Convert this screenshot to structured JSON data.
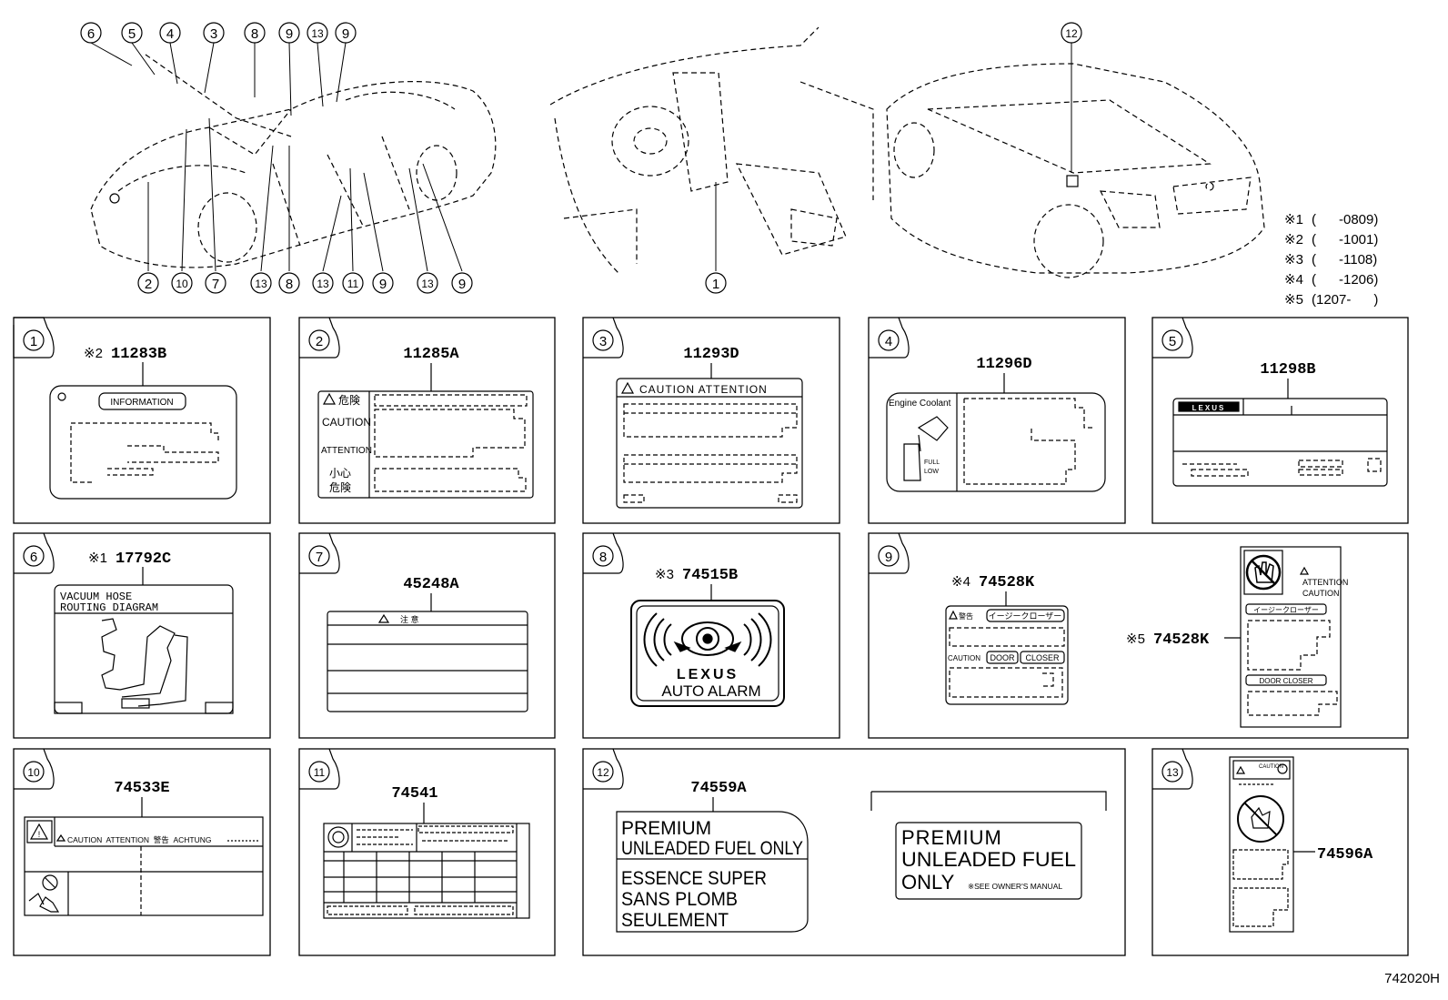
{
  "colors": {
    "ink": "#000000",
    "paper": "#ffffff"
  },
  "top": {
    "front_callouts": [
      {
        "id": "top-front-6",
        "label": "6"
      },
      {
        "id": "top-front-5",
        "label": "5"
      },
      {
        "id": "top-front-4",
        "label": "4"
      },
      {
        "id": "top-front-3",
        "label": "3"
      },
      {
        "id": "top-front-8",
        "label": "8"
      },
      {
        "id": "top-front-9a",
        "label": "9"
      },
      {
        "id": "top-front-13a",
        "label": "13"
      },
      {
        "id": "top-front-9b",
        "label": "9"
      },
      {
        "id": "top-front-2",
        "label": "2"
      },
      {
        "id": "top-front-10",
        "label": "10"
      },
      {
        "id": "top-front-7",
        "label": "7"
      },
      {
        "id": "top-front-13b",
        "label": "13"
      },
      {
        "id": "top-front-8b",
        "label": "8"
      },
      {
        "id": "top-front-13c",
        "label": "13"
      },
      {
        "id": "top-front-11",
        "label": "11"
      },
      {
        "id": "top-front-9c",
        "label": "9"
      },
      {
        "id": "top-front-13d",
        "label": "13"
      },
      {
        "id": "top-front-9d",
        "label": "9"
      }
    ],
    "interior_callout": "1",
    "rear_callout": "12"
  },
  "legend": [
    {
      "mark": "※1",
      "text": "(      -0809)"
    },
    {
      "mark": "※2",
      "text": "(      -1001)"
    },
    {
      "mark": "※3",
      "text": "(      -1108)"
    },
    {
      "mark": "※4",
      "text": "(      -1206)"
    },
    {
      "mark": "※5",
      "text": "(1207-      )"
    }
  ],
  "panels": {
    "p1": {
      "num": "1",
      "note": "※2",
      "code": "11283B",
      "tag": "INFORMATION"
    },
    "p2": {
      "num": "2",
      "code": "11285A",
      "l1": "危険",
      "l2": "CAUTION",
      "l3": "ATTENTION",
      "l4": "小心",
      "l5": "危険"
    },
    "p3": {
      "num": "3",
      "code": "11293D",
      "header": "CAUTION ATTENTION"
    },
    "p4": {
      "num": "4",
      "code": "11296D",
      "title": "Engine Coolant",
      "full": "FULL",
      "low": "LOW"
    },
    "p5": {
      "num": "5",
      "code": "11298B",
      "brand": "LEXUS"
    },
    "p6": {
      "num": "6",
      "note": "※1",
      "code": "17792C",
      "t1": "VACUUM HOSE",
      "t2": "ROUTING DIAGRAM"
    },
    "p7": {
      "num": "7",
      "code": "45248A",
      "hdr": "注 意"
    },
    "p8": {
      "num": "8",
      "note": "※3",
      "code": "74515B",
      "brand": "LEXUS",
      "sub": "AUTO ALARM"
    },
    "p9": {
      "num": "9",
      "noteA": "※4",
      "codeA": "74528K",
      "warnA": "警告",
      "jpA": "イージークローザー",
      "cautB": "CAUTION",
      "door": "DOOR",
      "closer": "CLOSER",
      "noteB": "※5",
      "codeB": "74528K",
      "att": "ATTENTION",
      "caut": "CAUTION",
      "jp2": "イージークローザー",
      "dc": "DOOR CLOSER"
    },
    "p10": {
      "num": "10",
      "code": "74533E",
      "hdr": "CAUTION  ATTENTION  警告  ACHTUNG"
    },
    "p11": {
      "num": "11",
      "code": "74541"
    },
    "p12": {
      "num": "12",
      "code": "74559A",
      "a1": "PREMIUM",
      "a2": "UNLEADED FUEL ONLY",
      "a3": "ESSENCE SUPER",
      "a4": "SANS PLOMB",
      "a5": "SEULEMENT",
      "b1": "PREMIUM",
      "b2": "UNLEADED FUEL",
      "b3": "ONLY",
      "b4": "※SEE OWNER'S MANUAL"
    },
    "p13": {
      "num": "13",
      "code": "74596A",
      "hdr": "CAUTION"
    }
  },
  "footer_code": "742020H"
}
